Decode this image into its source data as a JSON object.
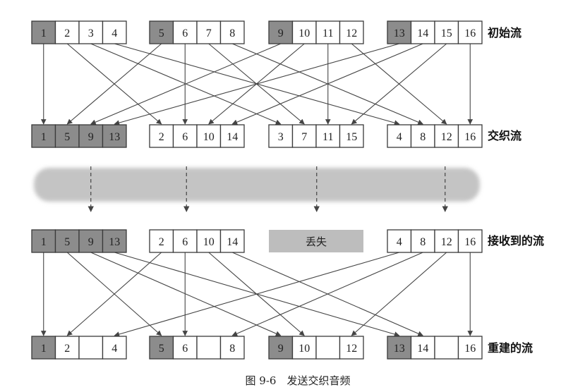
{
  "colors": {
    "shaded": "#8c8c8c",
    "plain": "#ffffff",
    "stroke": "#3a3a3a",
    "arrow": "#444444",
    "channel": "#c4c4c4",
    "lost": "#bdbdbd"
  },
  "rows": {
    "original": {
      "label": "初始流",
      "groups": [
        [
          "1",
          "2",
          "3",
          "4"
        ],
        [
          "5",
          "6",
          "7",
          "8"
        ],
        [
          "9",
          "10",
          "11",
          "12"
        ],
        [
          "13",
          "14",
          "15",
          "16"
        ]
      ]
    },
    "interleaved": {
      "label": "交织流",
      "groups": [
        [
          "1",
          "5",
          "9",
          "13"
        ],
        [
          "2",
          "6",
          "10",
          "14"
        ],
        [
          "3",
          "7",
          "11",
          "15"
        ],
        [
          "4",
          "8",
          "12",
          "16"
        ]
      ]
    },
    "received": {
      "label": "接收到的流",
      "groups": [
        [
          "1",
          "5",
          "9",
          "13"
        ],
        [
          "2",
          "6",
          "10",
          "14"
        ],
        null,
        [
          "4",
          "8",
          "12",
          "16"
        ]
      ],
      "lost_label": "丢失"
    },
    "rebuilt": {
      "label": "重建的流",
      "groups": [
        [
          "1",
          "2",
          "",
          "4"
        ],
        [
          "5",
          "6",
          "",
          "8"
        ],
        [
          "9",
          "10",
          "",
          "12"
        ],
        [
          "13",
          "14",
          "",
          "16"
        ]
      ]
    }
  },
  "caption": "图 9-6　发送交织音频"
}
